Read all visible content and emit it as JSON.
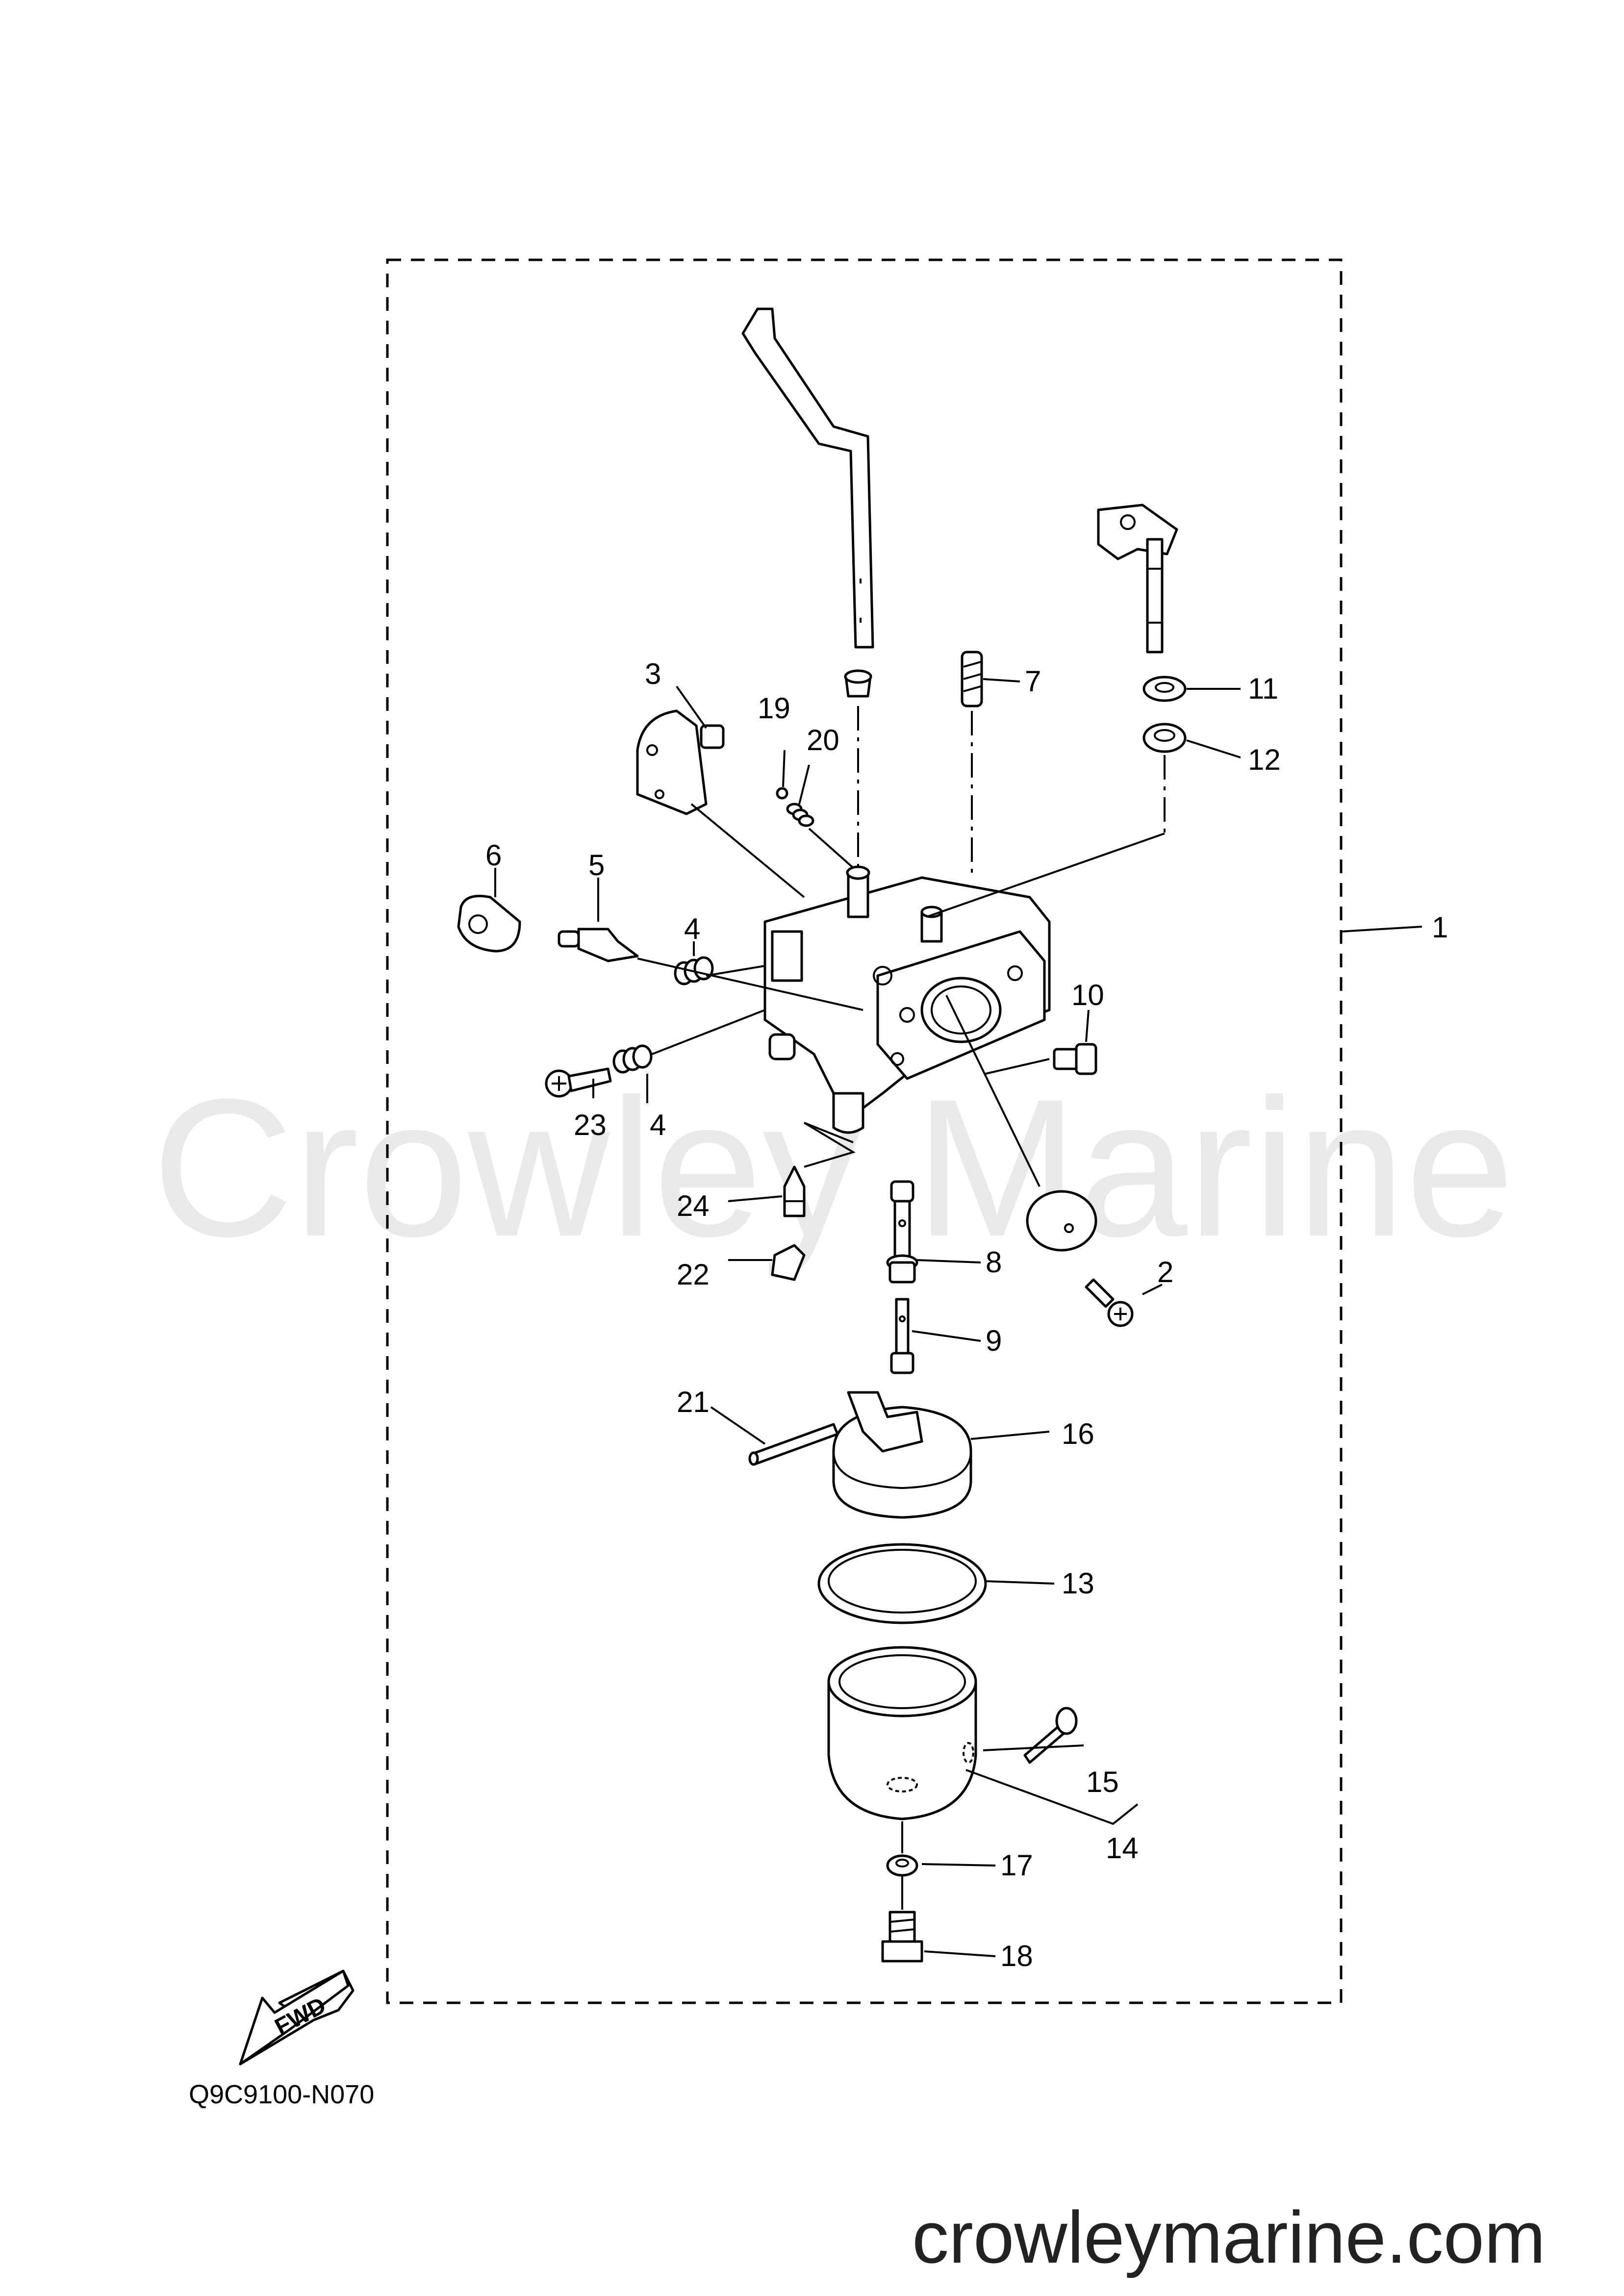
{
  "watermark": "Crowley Marine",
  "diagram_code": "Q9C9100-N070",
  "website": "crowleymarine.com",
  "fwd_label": "FWD",
  "callouts": {
    "c1": "1",
    "c2": "2",
    "c3": "3",
    "c4a": "4",
    "c4b": "4",
    "c5": "5",
    "c6": "6",
    "c7": "7",
    "c8": "8",
    "c9": "9",
    "c10": "10",
    "c11": "11",
    "c12": "12",
    "c13": "13",
    "c14": "14",
    "c15": "15",
    "c16": "16",
    "c17": "17",
    "c18": "18",
    "c19": "19",
    "c20": "20",
    "c21": "21",
    "c22": "22",
    "c23": "23",
    "c24": "24"
  }
}
